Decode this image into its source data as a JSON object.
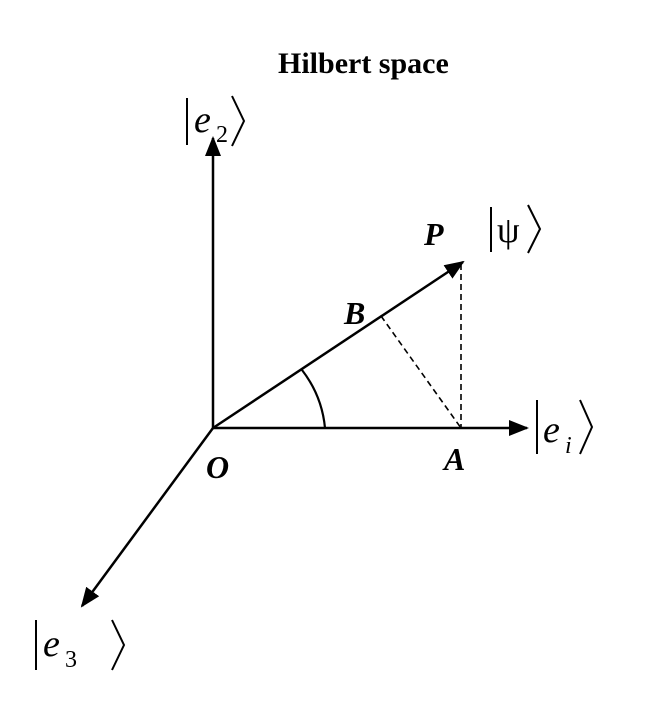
{
  "title": "Hilbert space",
  "points": {
    "O": "O",
    "A": "A",
    "B": "B",
    "P": "P"
  },
  "kets": {
    "e2": {
      "symbol": "e",
      "sub": "2"
    },
    "ei": {
      "symbol": "e",
      "sub": "i"
    },
    "e3": {
      "symbol": "e",
      "sub": "3"
    },
    "psi": {
      "symbol": "ψ"
    }
  }
}
